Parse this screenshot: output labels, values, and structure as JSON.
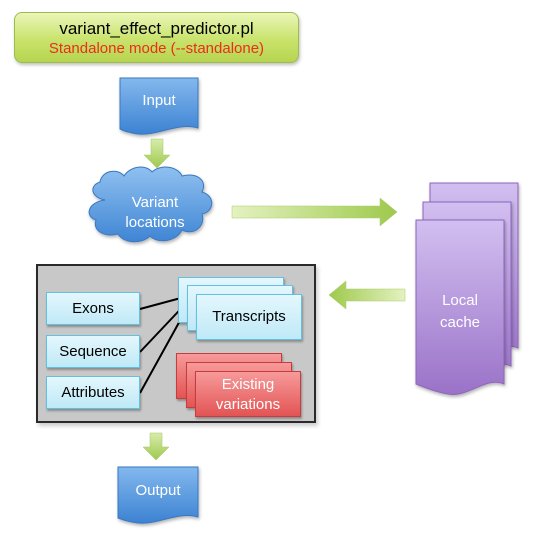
{
  "title_box": {
    "line1": "variant_effect_predictor.pl",
    "line2": "Standalone mode (--standalone)"
  },
  "nodes": {
    "input": "Input",
    "variant_locations_line1": "Variant",
    "variant_locations_line2": "locations",
    "local_cache_line1": "Local",
    "local_cache_line2": "cache",
    "output": "Output"
  },
  "panel": {
    "left_boxes": [
      "Exons",
      "Sequence",
      "Attributes"
    ],
    "transcripts": "Transcripts",
    "existing_variations_line1": "Existing",
    "existing_variations_line2": "variations"
  },
  "colors": {
    "document_blue": "#4a8fd8",
    "arrow_green": "#a7cf5a",
    "cache_purple": "#a57fcf",
    "title_green": "#c9e36b",
    "title_red_text": "#ea2e19",
    "existing_red": "#e35454",
    "feature_blue": "#bfe9f7"
  }
}
